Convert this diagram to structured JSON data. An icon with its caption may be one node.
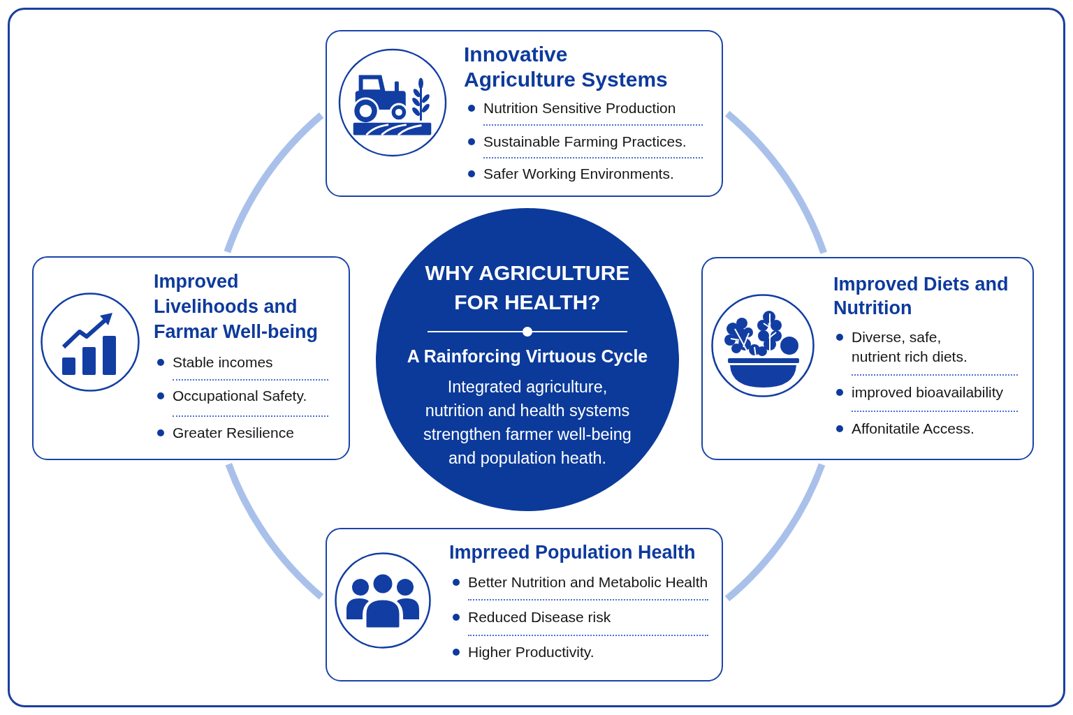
{
  "diagram": {
    "nodes": [
      {
        "text": [
          "Innovative Agriculture Systems",
          "Nutrition Sensitive Production",
          "Sustainable Farming Practices.",
          "Safer Working Environments."
        ]
      },
      {
        "text": [
          "Improved Livelihoods and Farmar Well-being",
          "Stable incomes",
          "Occupational Safety.",
          "Greater Resilience"
        ]
      },
      {
        "text": [
          "WHY AGRICULTURE FOR HEALTH?",
          "A Rainforcing Virtuous Cycle",
          "Integrated agriculture, nutrition and health systems strengthen farmer well-being and population heath."
        ]
      },
      {
        "text": [
          "Improved Diets and Nutrition",
          "Diverse, safe, nutrient rich diets.",
          "improved bioavailability",
          "Affonitatile Access."
        ]
      },
      {
        "text": [
          "Imprreed Population Health",
          "Better Nutrition and Metabolic Health",
          "Reduced Disease risk",
          "Higher Productivity."
        ]
      }
    ],
    "edges": [
      {
        "from": 0,
        "to": 3,
        "arrow": "none"
      },
      {
        "from": 3,
        "to": 4,
        "arrow": "none"
      },
      {
        "from": 4,
        "to": 1,
        "arrow": "none"
      },
      {
        "from": 1,
        "to": 0,
        "arrow": "none"
      }
    ]
  }
}
